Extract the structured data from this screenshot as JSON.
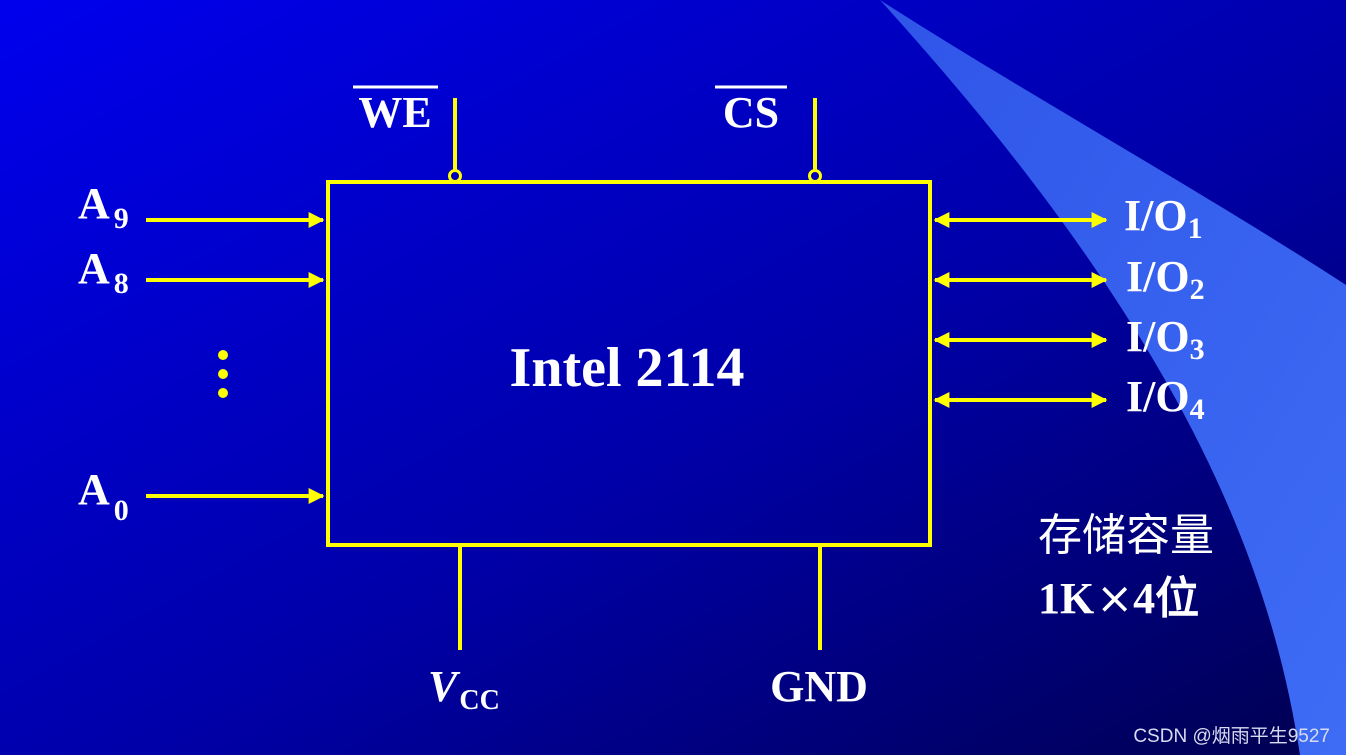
{
  "chip": {
    "name": "Intel 2114"
  },
  "pins": {
    "top": [
      {
        "label": "WE",
        "overbar": true
      },
      {
        "label": "CS",
        "overbar": true
      }
    ],
    "left": [
      {
        "base": "A",
        "sub": "9"
      },
      {
        "base": "A",
        "sub": "8"
      },
      {
        "base": "A",
        "sub": "0"
      }
    ],
    "right": [
      {
        "base": "I/O",
        "sub": "1"
      },
      {
        "base": "I/O",
        "sub": "2"
      },
      {
        "base": "I/O",
        "sub": "3"
      },
      {
        "base": "I/O",
        "sub": "4"
      }
    ],
    "bottom": [
      {
        "base": "V",
        "sub": "CC"
      },
      {
        "base": "GND",
        "sub": ""
      }
    ]
  },
  "capacity": {
    "line1": "存储容量",
    "line2_prefix": "1K",
    "line2_times": "×",
    "line2_suffix": "4位"
  },
  "watermark": "CSDN @烟雨平生9527",
  "colors": {
    "background_start": "#0000ee",
    "background_end": "#000055",
    "swoosh": "#3a64f0",
    "lines": "#ffff00",
    "text": "#ffffff"
  }
}
